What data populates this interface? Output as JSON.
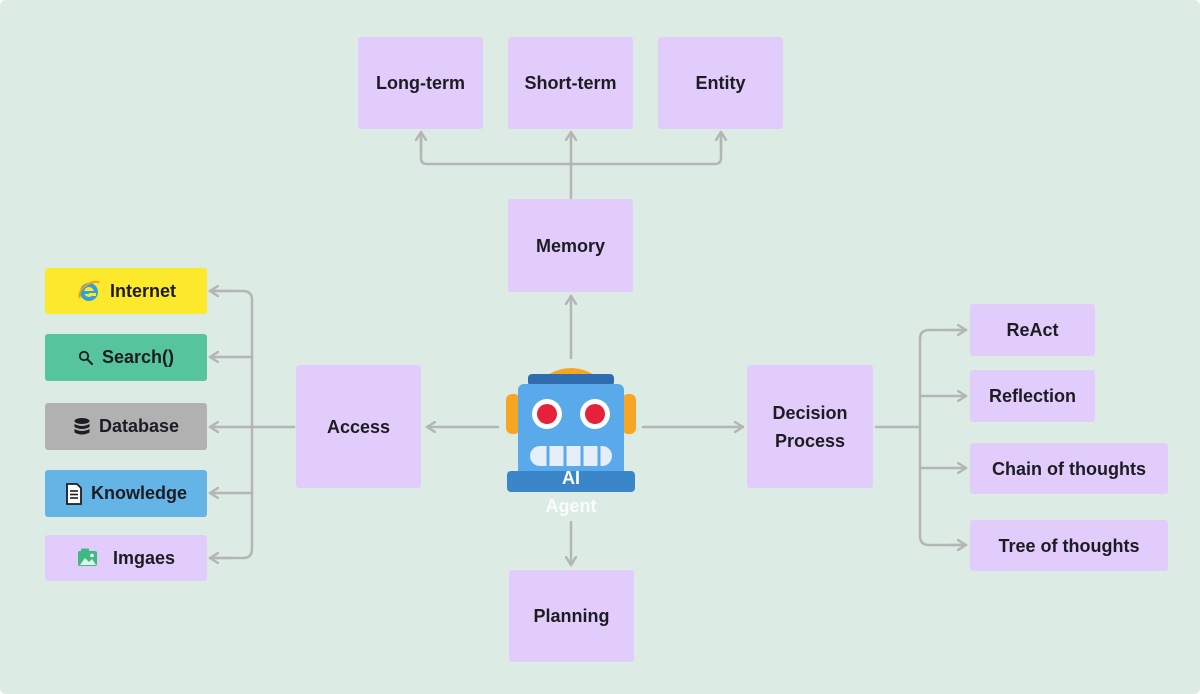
{
  "diagram": {
    "center": {
      "label_line1": "AI",
      "label_line2": "Agent"
    },
    "memory": {
      "label": "Memory",
      "types": [
        "Long-term",
        "Short-term",
        "Entity"
      ]
    },
    "planning": {
      "label": "Planning"
    },
    "access": {
      "label": "Access",
      "tools": [
        {
          "label": "Internet",
          "icon": "internet-explorer-icon",
          "color": "#fde92b"
        },
        {
          "label": "Search()",
          "icon": "magnifier-icon",
          "color": "#56c49c"
        },
        {
          "label": "Database",
          "icon": "database-icon",
          "color": "#b1b1b1"
        },
        {
          "label": "Knowledge",
          "icon": "document-icon",
          "color": "#64b4e6"
        },
        {
          "label": "Imgaes",
          "icon": "image-icon",
          "color": "#e1ccfb"
        }
      ]
    },
    "decision": {
      "label_line1": "Decision",
      "label_line2": "Process",
      "methods": [
        "ReAct",
        "Reflection",
        "Chain of thoughts",
        "Tree of thoughts"
      ]
    }
  },
  "colors": {
    "background": "#dcece5",
    "node": "#e1ccfb",
    "arrow": "#b5b5b5",
    "robot_body": "#5aa9ea",
    "robot_base": "#3b86c9",
    "robot_ear": "#f6a623",
    "robot_eye": "#e8213b"
  }
}
